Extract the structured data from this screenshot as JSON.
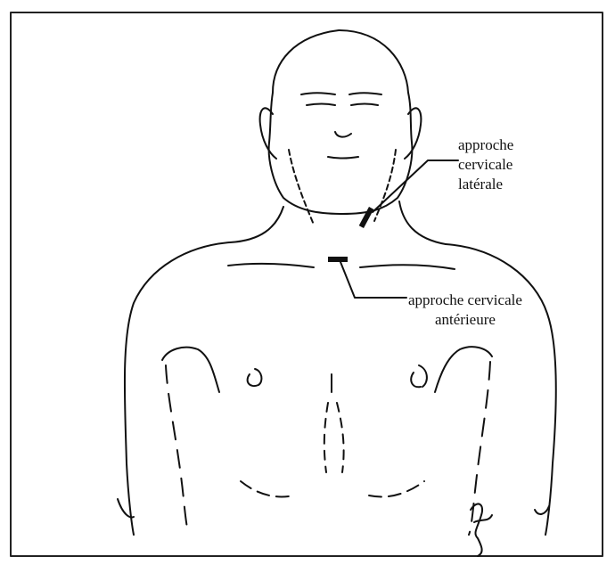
{
  "diagram": {
    "labels": {
      "lateral": [
        "approche",
        "cervicale",
        "latérale"
      ],
      "anterior": [
        "approche cervicale",
        "antérieure"
      ]
    },
    "colors": {
      "ink": "#111111",
      "frame": "#222222",
      "background": "#ffffff"
    }
  }
}
